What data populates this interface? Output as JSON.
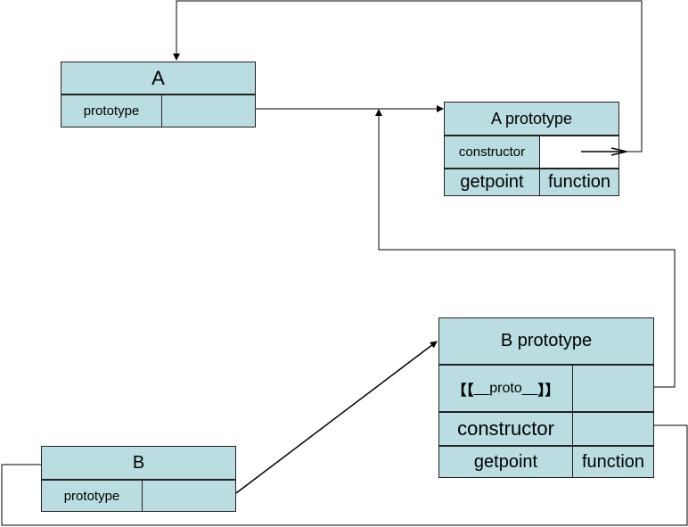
{
  "boxA": {
    "title": "A",
    "prototype_label": "prototype"
  },
  "boxAProto": {
    "title": "A prototype",
    "constructor_label": "constructor",
    "getpoint_label": "getpoint",
    "getpoint_value": "function"
  },
  "boxB": {
    "title": "B",
    "prototype_label": "prototype"
  },
  "boxBProto": {
    "title": "B prototype",
    "proto_open": "【【",
    "proto_text": "__proto__",
    "proto_close": "】】",
    "constructor_label": "constructor",
    "getpoint_label": "getpoint",
    "getpoint_value": "function"
  }
}
